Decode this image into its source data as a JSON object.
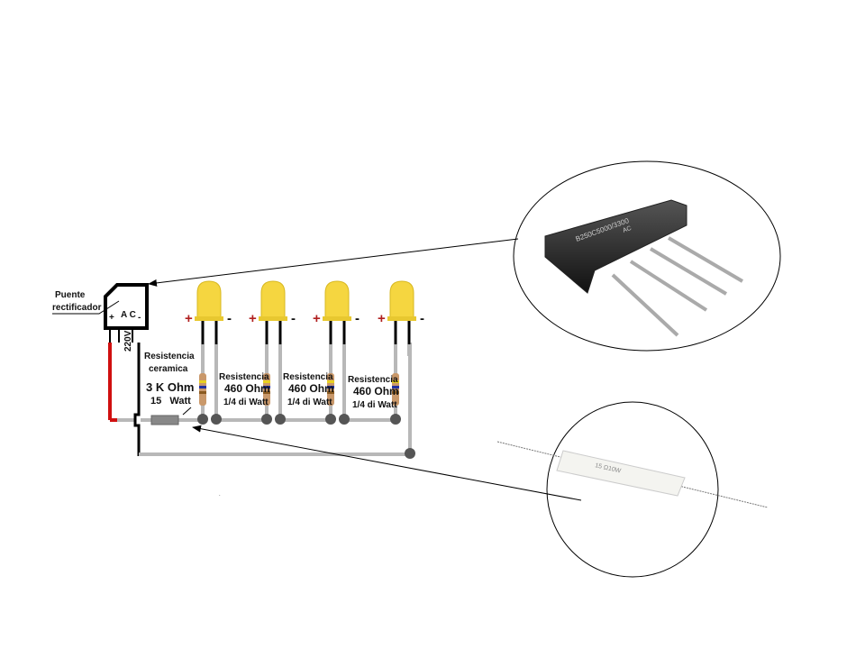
{
  "bridge": {
    "label_line1": "Puente",
    "label_line2": "rectificador",
    "ac": "A C",
    "plus": "+",
    "minus": "-",
    "voltage": "220V"
  },
  "ceramic_resistor": {
    "line1": "Resistencia",
    "line2": "ceramica",
    "line3": "3 K Ohm",
    "line4": "15   Watt"
  },
  "led_resistors": [
    {
      "line1": "Resistencia",
      "line2": "460 Ohm",
      "line3": "1/4 di Watt"
    },
    {
      "line1": "Resistencia",
      "line2": "460 Ohm",
      "line3": "1/4 di Watt"
    },
    {
      "line1": "Resistencia",
      "line2": "460 Ohm",
      "line3": "1/4 di Watt"
    }
  ],
  "led_polarity": {
    "plus": "+",
    "minus": "-"
  },
  "photos": {
    "bridge_marking": "B250C5000/3300",
    "bridge_ac": "AC",
    "resistor_marking": "15 Ω10W"
  },
  "colors": {
    "led": "#f5d640",
    "positive_wire": "#d01010",
    "wire": "#b8b8b8",
    "node": "#555555",
    "plus_sign": "#b02020"
  }
}
